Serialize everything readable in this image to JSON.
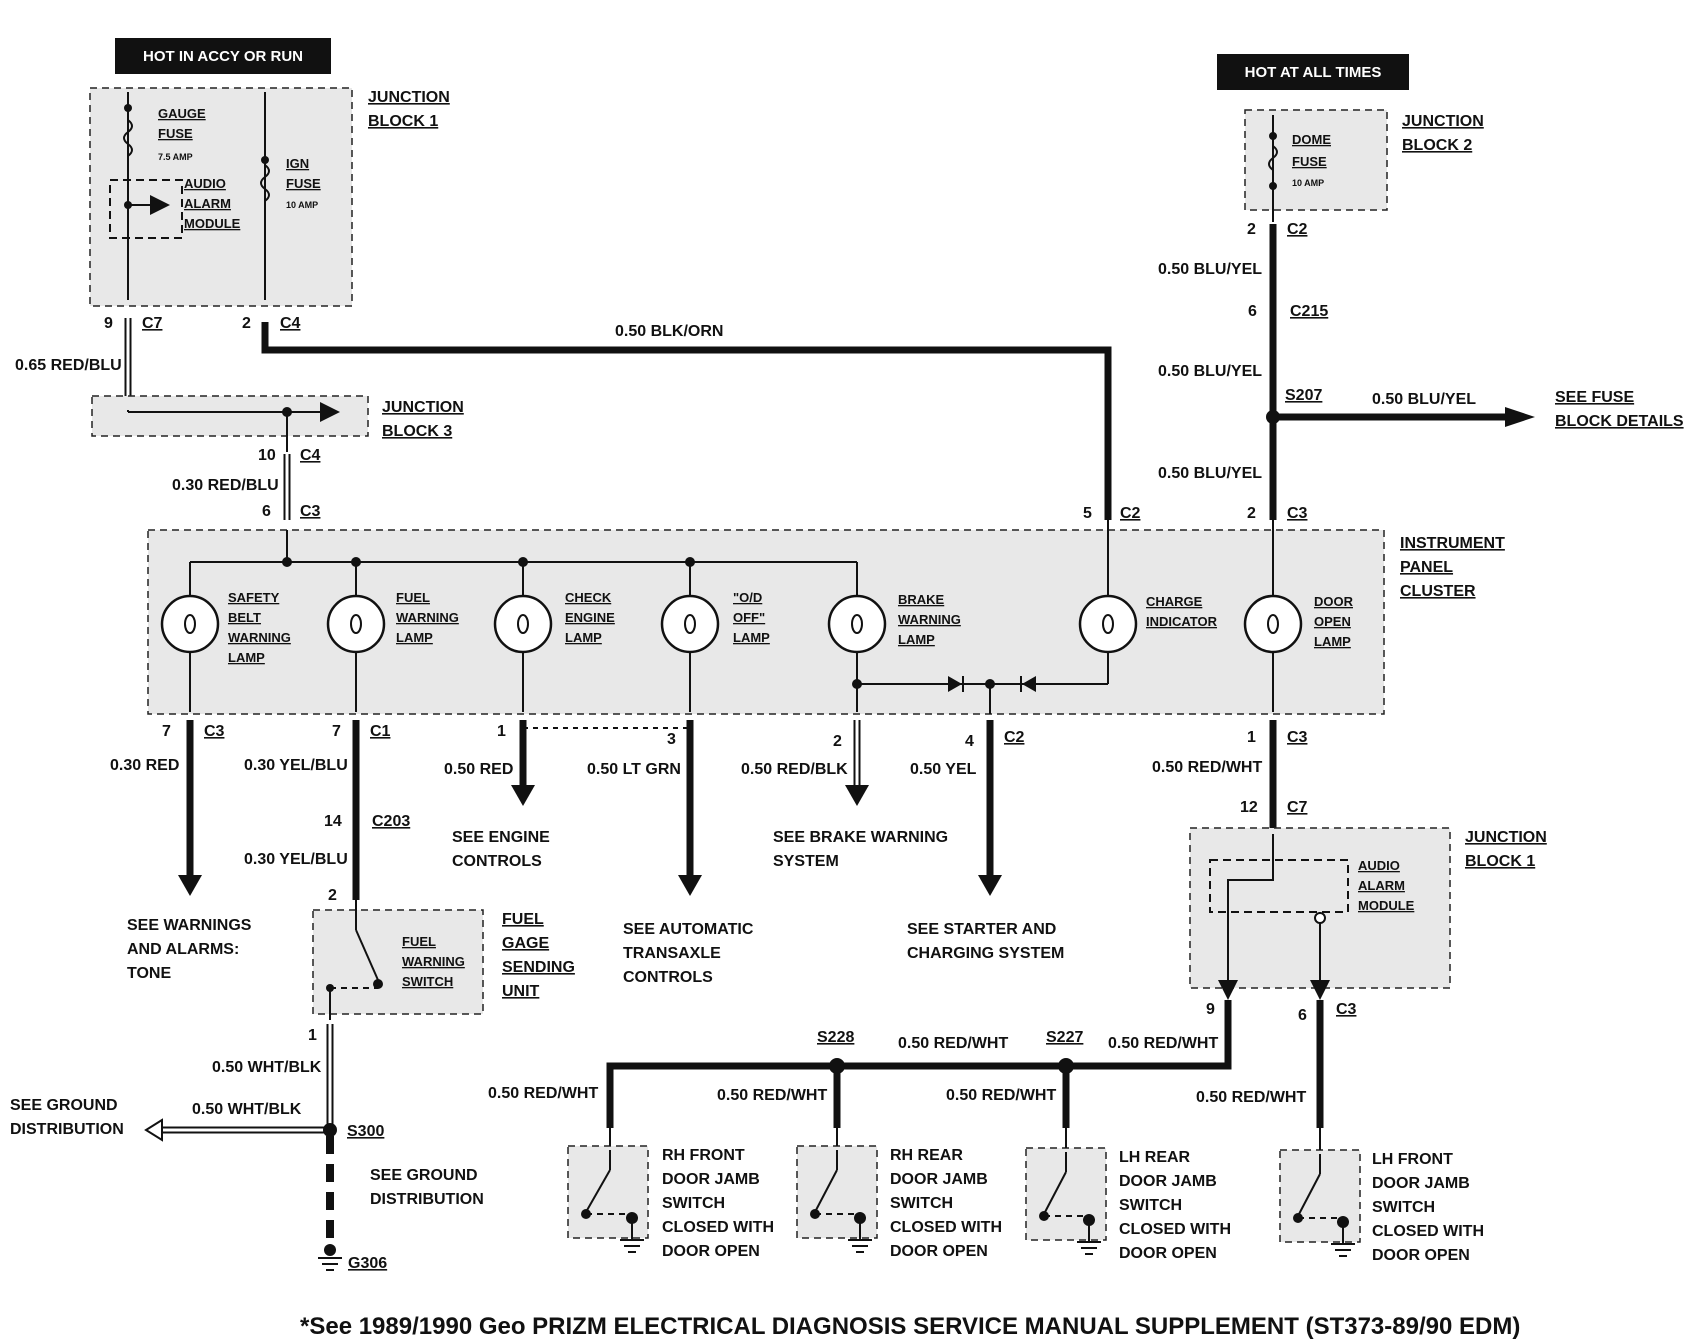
{
  "headers": {
    "hot_accy_run": "HOT IN ACCY OR RUN",
    "hot_all_times": "HOT AT ALL TIMES"
  },
  "junction_block_1": {
    "line1": "JUNCTION",
    "line2": "BLOCK 1"
  },
  "junction_block_2": {
    "line1": "JUNCTION",
    "line2": "BLOCK 2"
  },
  "junction_block_3": {
    "line1": "JUNCTION",
    "line2": "BLOCK 3"
  },
  "junction_block_1b": {
    "line1": "JUNCTION",
    "line2": "BLOCK 1"
  },
  "gauge_fuse": {
    "l1": "GAUGE",
    "l2": "FUSE",
    "amp": "7.5 AMP"
  },
  "ign_fuse": {
    "l1": "IGN",
    "l2": "FUSE",
    "amp": "10 AMP"
  },
  "dome_fuse": {
    "l1": "DOME",
    "l2": "FUSE",
    "amp": "10 AMP"
  },
  "audio_alarm": {
    "l1": "AUDIO",
    "l2": "ALARM",
    "l3": "MODULE"
  },
  "audio_alarm_b": {
    "l1": "AUDIO",
    "l2": "ALARM",
    "l3": "MODULE"
  },
  "connectors": {
    "c7_top": {
      "pin": "9",
      "name": "C7"
    },
    "c4_top": {
      "pin": "2",
      "name": "C4"
    },
    "c4_jb3": {
      "pin": "10",
      "name": "C4"
    },
    "c3_jb3": {
      "pin": "6",
      "name": "C3"
    },
    "c2_dome": {
      "pin": "2",
      "name": "C2"
    },
    "c215": {
      "pin": "6",
      "name": "C215"
    },
    "s207": {
      "name": "S207"
    },
    "c2_charge": {
      "pin": "5",
      "name": "C2"
    },
    "c3_door": {
      "pin": "2",
      "name": "C3"
    },
    "c3_safety": {
      "pin": "7",
      "name": "C3"
    },
    "c1_fuel": {
      "pin": "7",
      "name": "C1"
    },
    "pin_check": "1",
    "pin_od": "3",
    "pin_brake": "2",
    "c2_yel": {
      "pin": "4",
      "name": "C2"
    },
    "c3_redwht": {
      "pin": "1",
      "name": "C3"
    },
    "c7_jb1": {
      "pin": "12",
      "name": "C7"
    },
    "c203": {
      "pin": "14",
      "name": "C203"
    },
    "pin_fuel_sw": "2",
    "pin_fuel_bot": "1",
    "s300": {
      "name": "S300"
    },
    "g306": {
      "name": "G306"
    },
    "c3_jb1_9": "9",
    "c3_jb1_6": {
      "pin": "6",
      "name": "C3"
    },
    "s228": {
      "name": "S228"
    },
    "s227": {
      "name": "S227"
    }
  },
  "wires": {
    "red_blu_065": "0.65 RED/BLU",
    "blk_orn": "0.50 BLK/ORN",
    "red_blu_030": "0.30 RED/BLU",
    "blu_yel_1": "0.50 BLU/YEL",
    "blu_yel_2": "0.50 BLU/YEL",
    "blu_yel_3": "0.50 BLU/YEL",
    "blu_yel_h": "0.50 BLU/YEL",
    "red_030": "0.30 RED",
    "yel_blu_030a": "0.30 YEL/BLU",
    "yel_blu_030b": "0.30 YEL/BLU",
    "red_050": "0.50 RED",
    "lt_grn": "0.50 LT GRN",
    "red_blk": "0.50 RED/BLK",
    "yel_050": "0.50 YEL",
    "red_wht_1": "0.50 RED/WHT",
    "wht_blk_1": "0.50 WHT/BLK",
    "wht_blk_2": "0.50 WHT/BLK",
    "rw_a": "0.50 RED/WHT",
    "rw_b": "0.50 RED/WHT",
    "rw_c": "0.50 RED/WHT",
    "rw_d": "0.50 RED/WHT",
    "rw_e": "0.50 RED/WHT",
    "rw_f": "0.50 RED/WHT"
  },
  "cluster": {
    "l1": "INSTRUMENT",
    "l2": "PANEL",
    "l3": "CLUSTER"
  },
  "lamps": {
    "safety": [
      "SAFETY",
      "BELT",
      "WARNING",
      "LAMP"
    ],
    "fuel": [
      "FUEL",
      "WARNING",
      "LAMP"
    ],
    "check": [
      "CHECK",
      "ENGINE",
      "LAMP"
    ],
    "od": [
      "\"O/D",
      "OFF\"",
      "LAMP"
    ],
    "brake": [
      "BRAKE",
      "WARNING",
      "LAMP"
    ],
    "charge": [
      "CHARGE",
      "INDICATOR"
    ],
    "door": [
      "DOOR",
      "OPEN",
      "LAMP"
    ]
  },
  "refs": {
    "fuse_block": [
      "SEE FUSE",
      "BLOCK DETAILS"
    ],
    "warnings": [
      "SEE WARNINGS",
      "AND ALARMS:",
      "TONE"
    ],
    "engine": [
      "SEE ENGINE",
      "CONTROLS"
    ],
    "transaxle": [
      "SEE AUTOMATIC",
      "TRANSAXLE",
      "CONTROLS"
    ],
    "brake_sys": [
      "SEE BRAKE WARNING",
      "SYSTEM"
    ],
    "starter": [
      "SEE STARTER AND",
      "CHARGING SYSTEM"
    ],
    "ground_left": [
      "SEE GROUND",
      "DISTRIBUTION"
    ],
    "ground_down": [
      "SEE GROUND",
      "DISTRIBUTION"
    ]
  },
  "fuel_gage": {
    "label": [
      "FUEL",
      "GAGE",
      "SENDING",
      "UNIT"
    ],
    "switch": [
      "FUEL",
      "WARNING",
      "SWITCH"
    ]
  },
  "door_switches": [
    [
      "RH FRONT",
      "DOOR JAMB",
      "SWITCH",
      "CLOSED WITH",
      "DOOR OPEN"
    ],
    [
      "RH REAR",
      "DOOR JAMB",
      "SWITCH",
      "CLOSED WITH",
      "DOOR OPEN"
    ],
    [
      "LH REAR",
      "DOOR JAMB",
      "SWITCH",
      "CLOSED WITH",
      "DOOR OPEN"
    ],
    [
      "LH FRONT",
      "DOOR JAMB",
      "SWITCH",
      "CLOSED WITH",
      "DOOR OPEN"
    ]
  ],
  "footer": "*See 1989/1990 Geo PRIZM ELECTRICAL DIAGNOSIS SERVICE MANUAL SUPPLEMENT (ST373-89/90 EDM)"
}
